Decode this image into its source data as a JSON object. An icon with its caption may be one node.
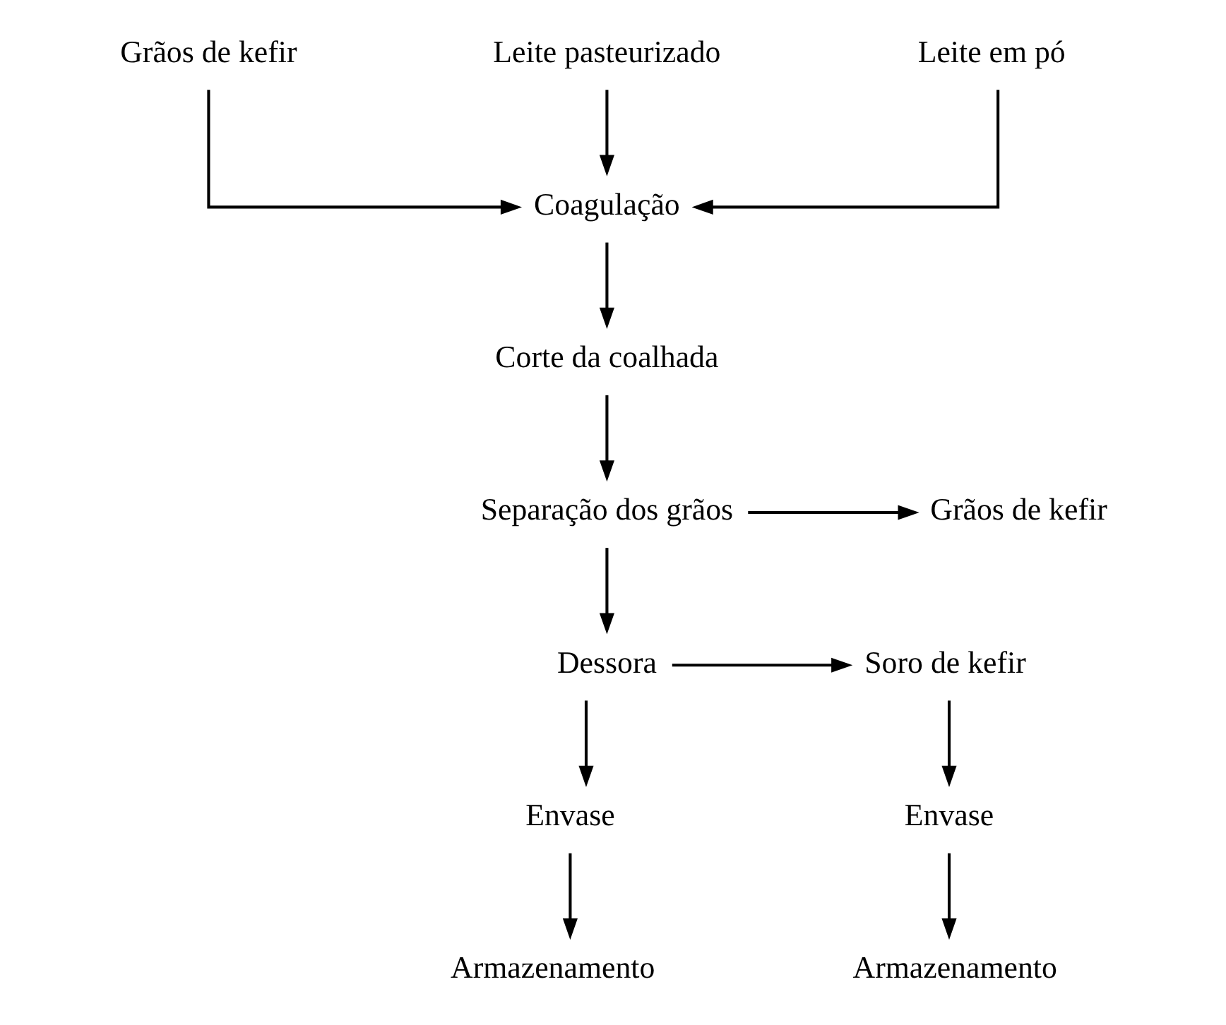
{
  "diagram": {
    "nodes": [
      {
        "text": [
          "Grãos de kefir"
        ]
      },
      {
        "text": [
          "Leite pasteurizado"
        ]
      },
      {
        "text": [
          "Leite em pó"
        ]
      },
      {
        "text": [
          "Coagulação"
        ]
      },
      {
        "text": [
          "Corte da coalhada"
        ]
      },
      {
        "text": [
          "Separação dos grãos"
        ]
      },
      {
        "text": [
          "Grãos de kefir"
        ]
      },
      {
        "text": [
          "Dessora"
        ]
      },
      {
        "text": [
          "Soro de kefir"
        ]
      },
      {
        "text": [
          "Envase"
        ]
      },
      {
        "text": [
          "Envase"
        ]
      },
      {
        "text": [
          "Armazenamento"
        ]
      },
      {
        "text": [
          "Armazenamento"
        ]
      }
    ],
    "edges": [
      {
        "from": 0,
        "to": 3,
        "arrow": "to"
      },
      {
        "from": 1,
        "to": 3,
        "arrow": "to"
      },
      {
        "from": 2,
        "to": 3,
        "arrow": "to"
      },
      {
        "from": 3,
        "to": 4,
        "arrow": "to"
      },
      {
        "from": 4,
        "to": 5,
        "arrow": "to"
      },
      {
        "from": 5,
        "to": 6,
        "arrow": "to"
      },
      {
        "from": 5,
        "to": 7,
        "arrow": "to"
      },
      {
        "from": 7,
        "to": 8,
        "arrow": "to"
      },
      {
        "from": 7,
        "to": 9,
        "arrow": "to"
      },
      {
        "from": 8,
        "to": 10,
        "arrow": "to"
      },
      {
        "from": 9,
        "to": 11,
        "arrow": "to"
      },
      {
        "from": 10,
        "to": 12,
        "arrow": "to"
      }
    ]
  }
}
